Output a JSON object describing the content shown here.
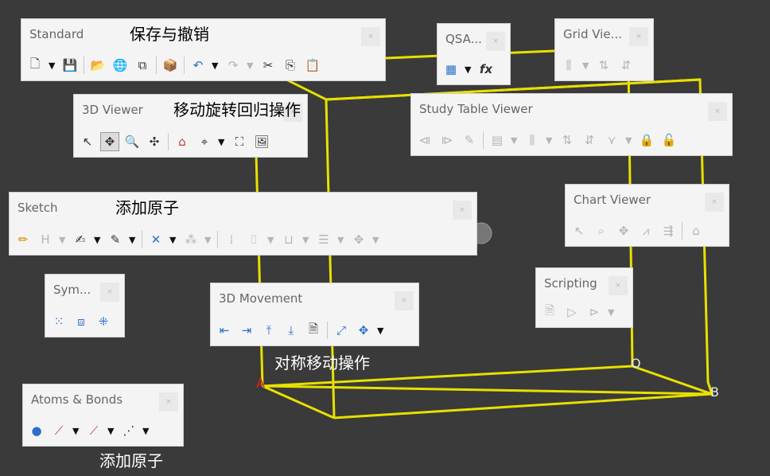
{
  "colors": {
    "background": "#3a3a3a",
    "box_edges": "#e8e000",
    "annotation_dark": "#000000",
    "annotation_light": "#ffffff"
  },
  "toolbars": {
    "standard": {
      "title": "Standard",
      "close": "×"
    },
    "qsar": {
      "title": "QSA...",
      "close": "×"
    },
    "grid_viewer": {
      "title": "Grid Vie...",
      "close": "×"
    },
    "viewer3d": {
      "title": "3D Viewer",
      "close": "×"
    },
    "study_table_viewer": {
      "title": "Study Table Viewer",
      "close": "×"
    },
    "sketch": {
      "title": "Sketch",
      "close": "×",
      "h_label": "H"
    },
    "chart_viewer": {
      "title": "Chart Viewer",
      "close": "×"
    },
    "symmetry": {
      "title": "Sym...",
      "close": "×"
    },
    "movement3d": {
      "title": "3D Movement",
      "close": "×"
    },
    "scripting": {
      "title": "Scripting",
      "close": "×"
    },
    "atoms_bonds": {
      "title": "Atoms & Bonds",
      "close": "×"
    }
  },
  "annotations": {
    "save_undo": "保存与撤销",
    "move_rotate_reset": "移动旋转回归操作",
    "add_atom_sketch": "添加原子",
    "symmetric_move": "对称移动操作",
    "add_atom_bottom": "添加原子"
  },
  "scene": {
    "label_a": "A",
    "label_b": "B",
    "label_o": "O"
  },
  "icons": [
    "new-document-icon",
    "save-icon",
    "open-folder-icon",
    "web-import-icon",
    "document-copy-icon",
    "package-icon",
    "undo-icon",
    "redo-icon",
    "cut-icon",
    "copy-icon",
    "paste-icon",
    "select-arrow-icon",
    "move-icon",
    "zoom-icon",
    "rotate-icon",
    "home-icon",
    "target-icon",
    "fit-icon",
    "snapshot-icon",
    "pencil-icon",
    "bond-tool-icon",
    "clean-geometry-icon",
    "formula-icon"
  ]
}
